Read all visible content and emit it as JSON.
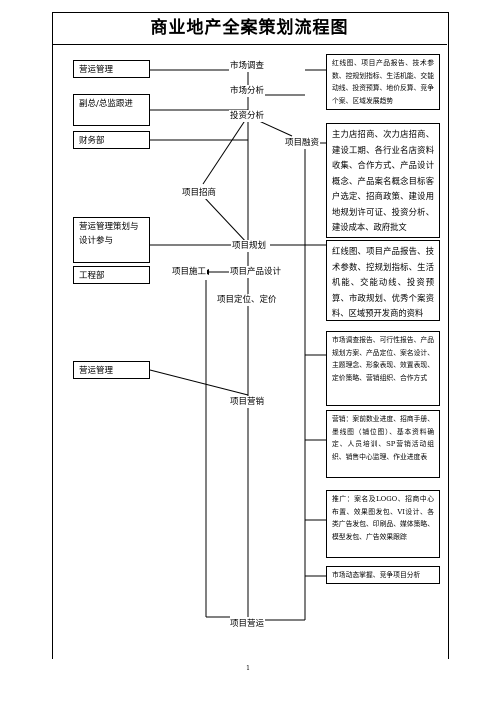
{
  "title": "商业地产全案策划流程图",
  "left_boxes": {
    "ops_mgmt_top": "营运管理",
    "vp_gm_follow": "副总/总监跟进",
    "finance": "财务部",
    "ops_planning": "营运管理策划与设计参与",
    "engineering": "工程部",
    "ops_mgmt_mid": "营运管理"
  },
  "steps": {
    "market_research": "市场调查",
    "market_analysis": "市场分析",
    "investment_analysis": "投资分析",
    "project_financing": "项目融资",
    "project_leasing": "项目招商",
    "project_planning": "项目规划",
    "project_construction": "项目施工",
    "product_design": "项目产品设计",
    "positioning_pricing": "项目定位、定价",
    "project_marketing": "项目营销",
    "project_operation": "项目营运"
  },
  "right_boxes": {
    "box1": "红线图、项目产品报告、技术参数、控规划指标、生活机能、交能动线、投资预算、地价反算、竞争个案、区域发展趋势",
    "box2": "主力店招商、次力店招商、建设工期、各行业名店资料收集、合作方式、产品设计概念、产品案名概念目标客户选定、招商政策、建设用地规划许可证、投资分析、建设成本、政府批文",
    "box3": "红线图、项目产品报告、技术参数、控规划指标、生活机能、交能动线、投资预算、市政规划、优秀个案资料、区域预开发商的资料",
    "box4": "市场调查报告、可行性报告、产品规划方案、产品定位、案名设计、主题理念、形象表现、效置表现、定价策略、营销组织、合作方式",
    "box5": "营销：案前数业进度、招商手册、墨线图（铺位图）、基本资料确定、人员培训、SP营销活动组织、销售中心监理、作业进度表",
    "box6": "推广：案名及LOGO、招商中心布置、效果图发包、VI设计、各类广告发包、印刷品、媒体策略、模型发包、广告效果跟踪",
    "box7": "市场动态掌握、竞争项目分析"
  },
  "page_number": "1"
}
